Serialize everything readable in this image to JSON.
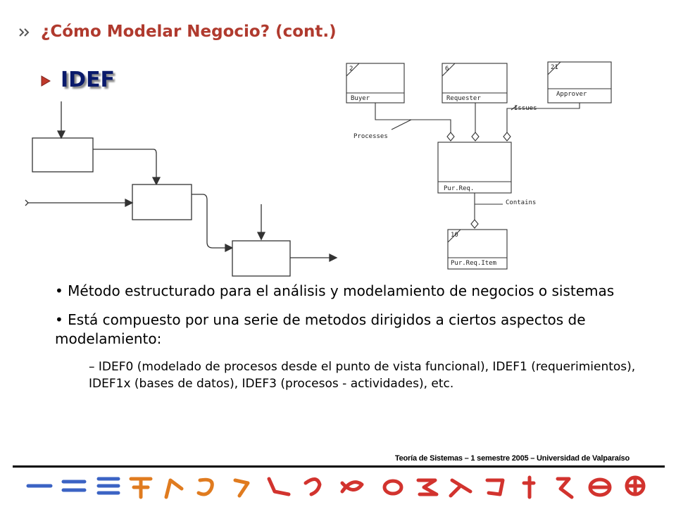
{
  "slide": {
    "title": "¿Cómo Modelar Negocio? (cont.)",
    "subtitle": "IDEF"
  },
  "diagram": {
    "entities": [
      {
        "number": "2",
        "name": "Buyer"
      },
      {
        "number": "6",
        "name": "Requester"
      },
      {
        "number": "21",
        "name": "Approver"
      },
      {
        "name": "Pur.Req."
      },
      {
        "number": "10",
        "name": "Pur.Req.Item"
      }
    ],
    "relationships": [
      "Processes",
      "Issues",
      "Contains"
    ]
  },
  "bullets": [
    "• Método estructurado para el análisis y modelamiento de negocios o sistemas",
    "• Está compuesto por una serie de metodos dirigidos a ciertos aspectos de modelamiento:"
  ],
  "sub_bullets": [
    "– IDEF0 (modelado de procesos desde el punto de vista funcional), IDEF1 (requerimientos), IDEF1x (bases de datos), IDEF3 (procesos - actividades), etc."
  ],
  "footer": {
    "text": "Teoría de Sistemas – 1 semestre 2005 – Universidad de Valparaíso"
  },
  "colors": {
    "title": "#b03a2e",
    "idef_label": "#0a1a6b",
    "glyph_blue": "#3b63c4",
    "glyph_orange": "#e07b1f",
    "glyph_red": "#d2332e"
  }
}
